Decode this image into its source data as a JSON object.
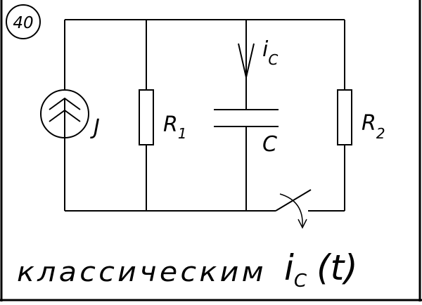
{
  "problem": {
    "number": "40",
    "task_word": "классическим",
    "task_quantity": "i",
    "task_quantity_sub": "C",
    "task_argument": "(t)"
  },
  "components": {
    "current_source": {
      "label": "J"
    },
    "resistor_1": {
      "label": "R",
      "sub": "1"
    },
    "capacitor": {
      "label": "C"
    },
    "capacitor_current": {
      "label": "i",
      "sub": "C"
    },
    "resistor_2": {
      "label": "R",
      "sub": "2"
    },
    "switch": {
      "state": "opening"
    }
  },
  "colors": {
    "ink": "#000000",
    "background": "#ffffff"
  }
}
